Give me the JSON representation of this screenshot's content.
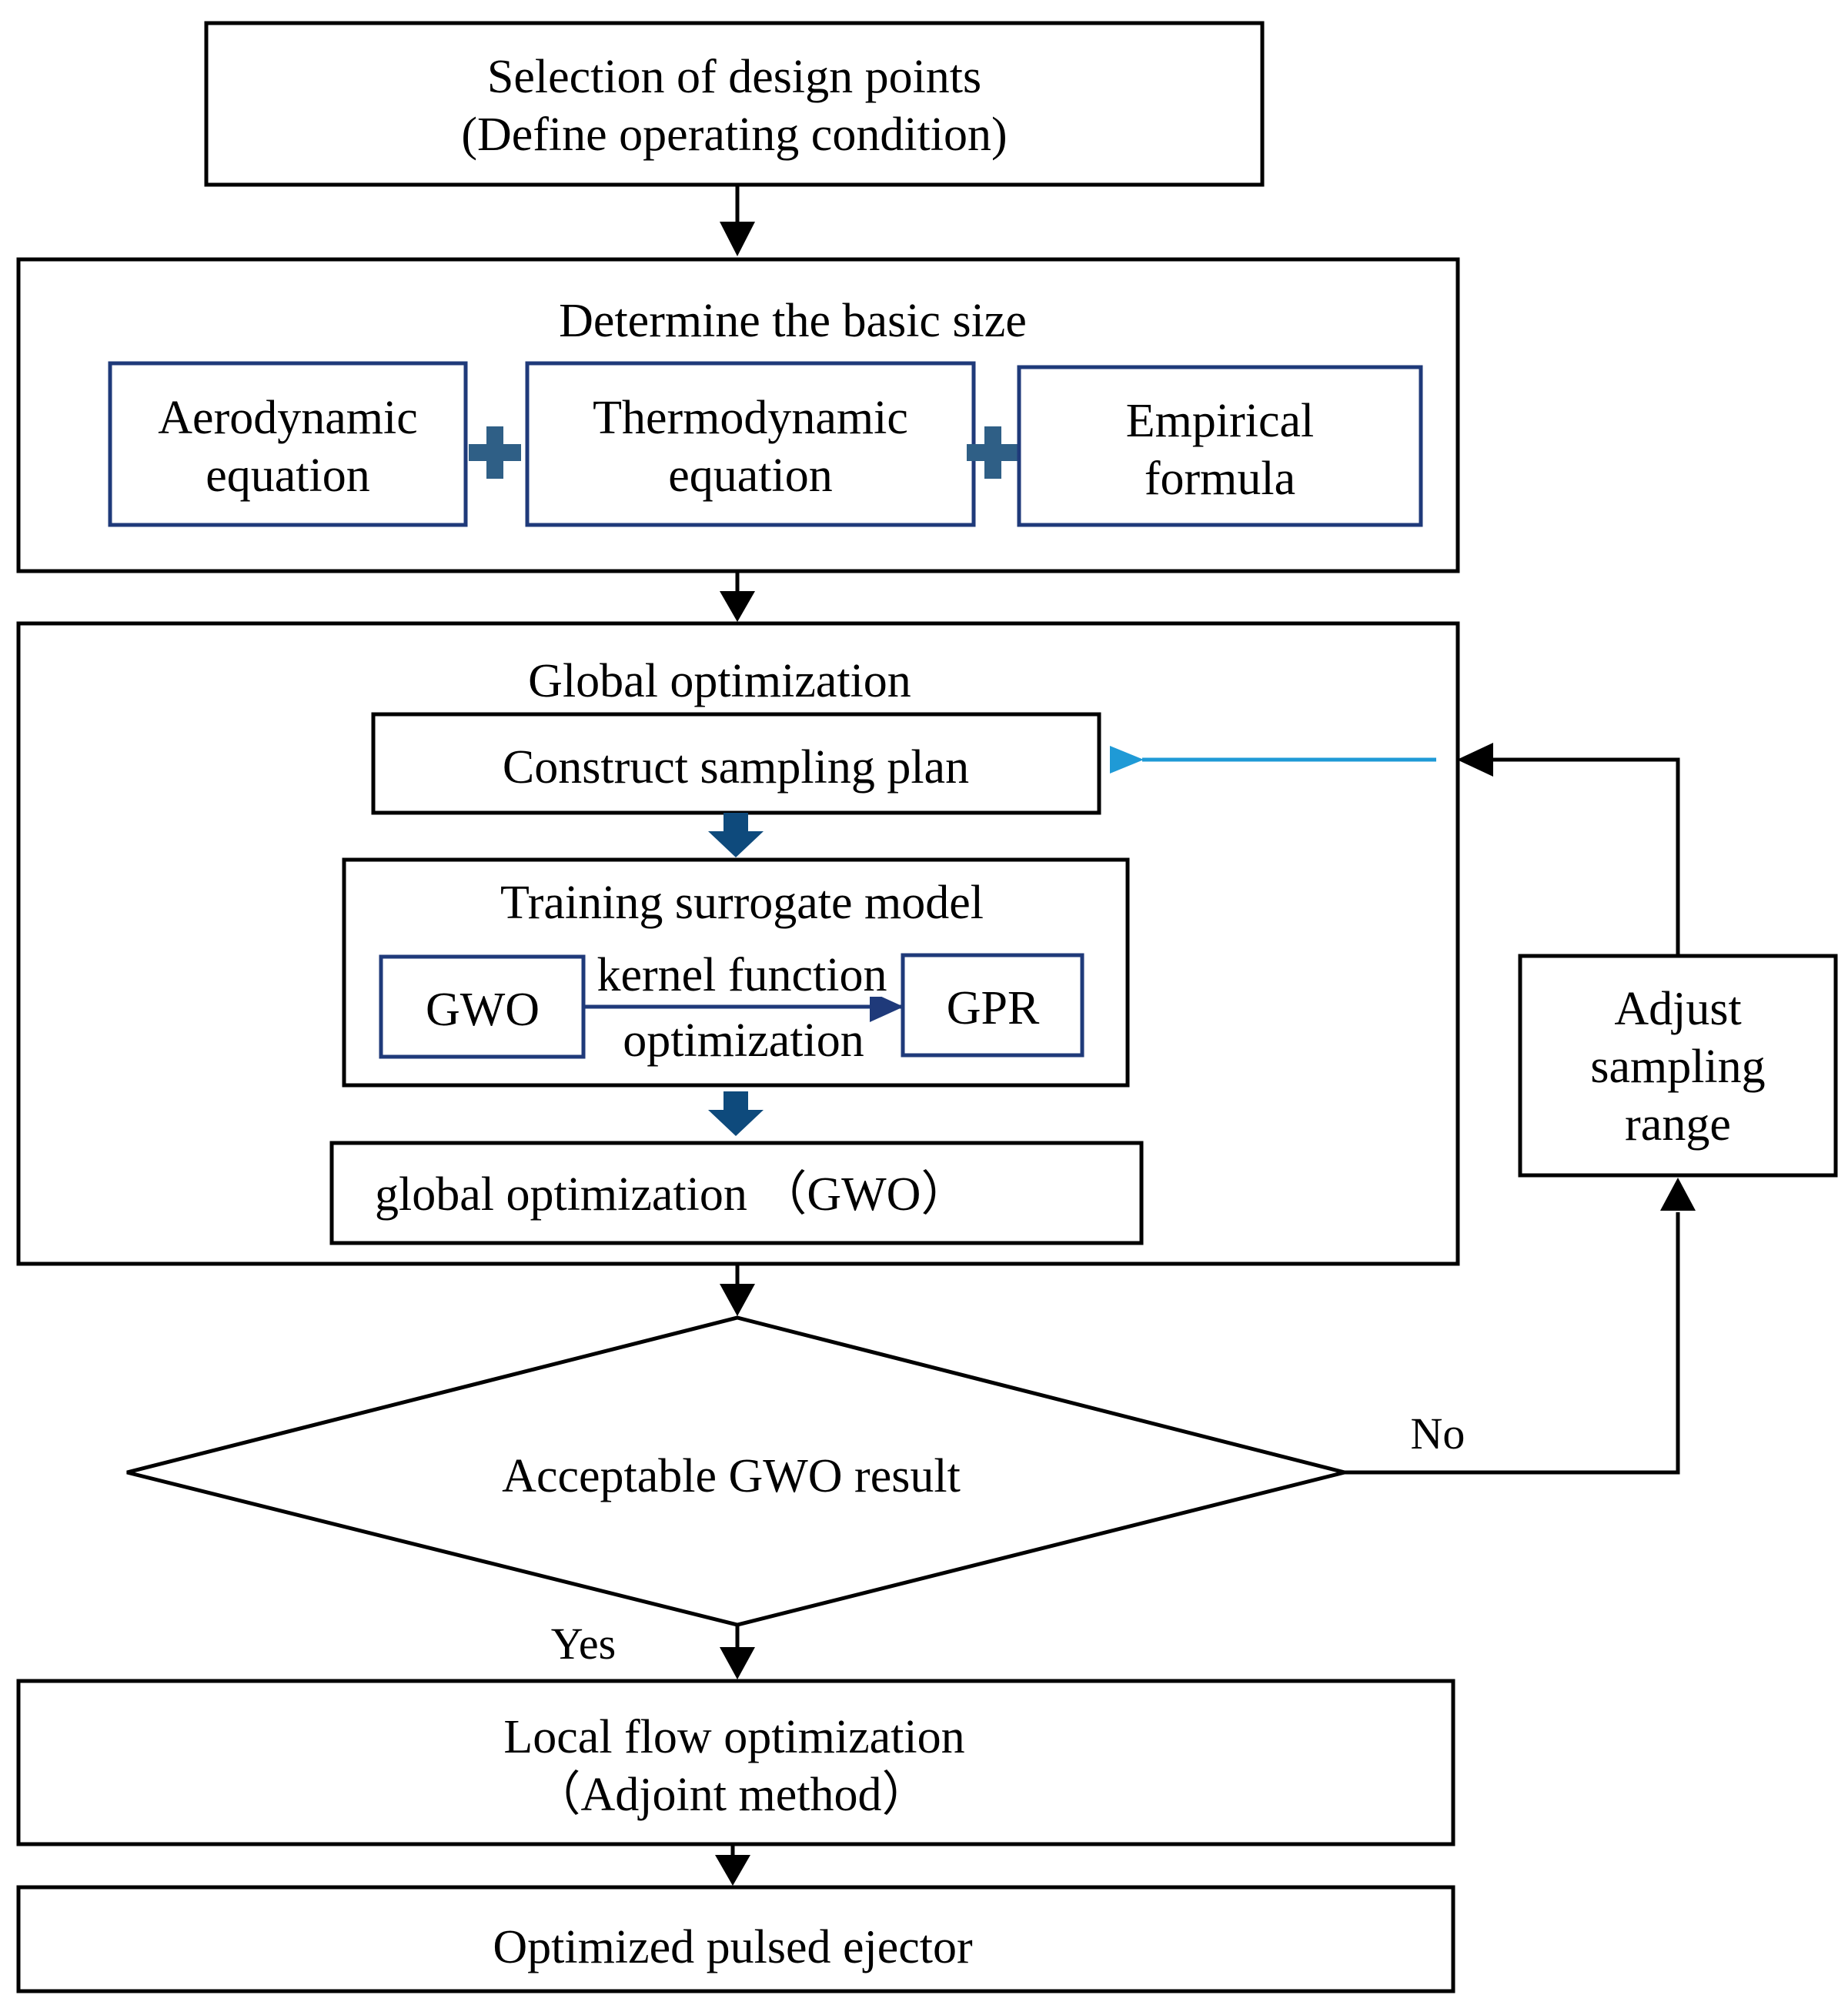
{
  "colors": {
    "black": "#000000",
    "navy": "#1f3a7a",
    "dark_blue_arrow": "#0e4a7c",
    "plus": "#2f5f86",
    "light_blue_arrow": "#1f9ad6"
  },
  "nodes": {
    "selection": {
      "line1": "Selection  of design  points",
      "line2": "(Define operating condition)"
    },
    "basic_size": {
      "title": "Determine the basic size",
      "aero": {
        "line1": "Aerodynamic",
        "line2": "equation"
      },
      "thermo": {
        "line1": "Thermodynamic",
        "line2": "equation"
      },
      "empirical": {
        "line1": "Empirical",
        "line2": "formula"
      }
    },
    "global": {
      "title": "Global optimization",
      "sampling": "Construct sampling plan",
      "training": {
        "title": "Training surrogate model",
        "gwo": "GWO",
        "gpr": "GPR",
        "kernel_line1": "kernel function",
        "kernel_line2": "optimization"
      },
      "gwo_box": "global  optimization （GWO）"
    },
    "decision": "Acceptable GWO result",
    "adjust": {
      "line1": "Adjust",
      "line2": "sampling",
      "line3": "range"
    },
    "local": {
      "line1": "Local  flow optimization",
      "line2": "（Adjoint method）"
    },
    "result": "Optimized pulsed ejector"
  },
  "edges": {
    "no_label": "No",
    "yes_label": "Yes"
  }
}
